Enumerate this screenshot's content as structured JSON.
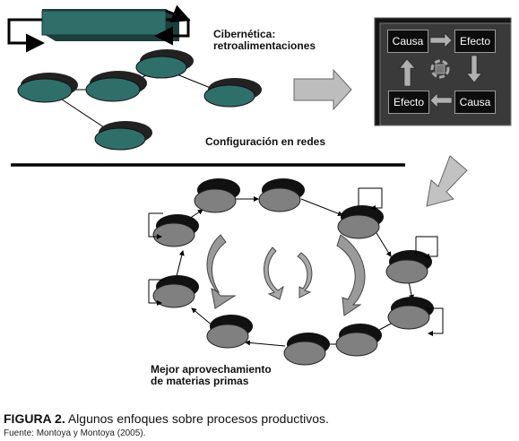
{
  "cibernetica": {
    "title": "Cibernética:",
    "subtitle": "retroalimentaciones",
    "box_causa_top": "Causa",
    "box_efecto_top": "Efecto",
    "box_efecto_bottom": "Efecto",
    "box_causa_bottom": "Causa"
  },
  "redes": {
    "label": "Configuración en redes"
  },
  "ciclo": {
    "label_line1": "Mejor aprovechamiento",
    "label_line2": "de materias primas"
  },
  "caption": {
    "figure_label": "FIGURA 2.",
    "figure_text": " Algunos enfoques sobre procesos productivos.",
    "source": "Fuente: Montoya y Montoya (2005)."
  },
  "colors": {
    "teal": "#2f6f6a",
    "dark_teal": "#1f4f4b",
    "gray_disc": "#808080",
    "dark_box": "#3a3a3a",
    "arrow_gray": "#b8b8b8"
  }
}
